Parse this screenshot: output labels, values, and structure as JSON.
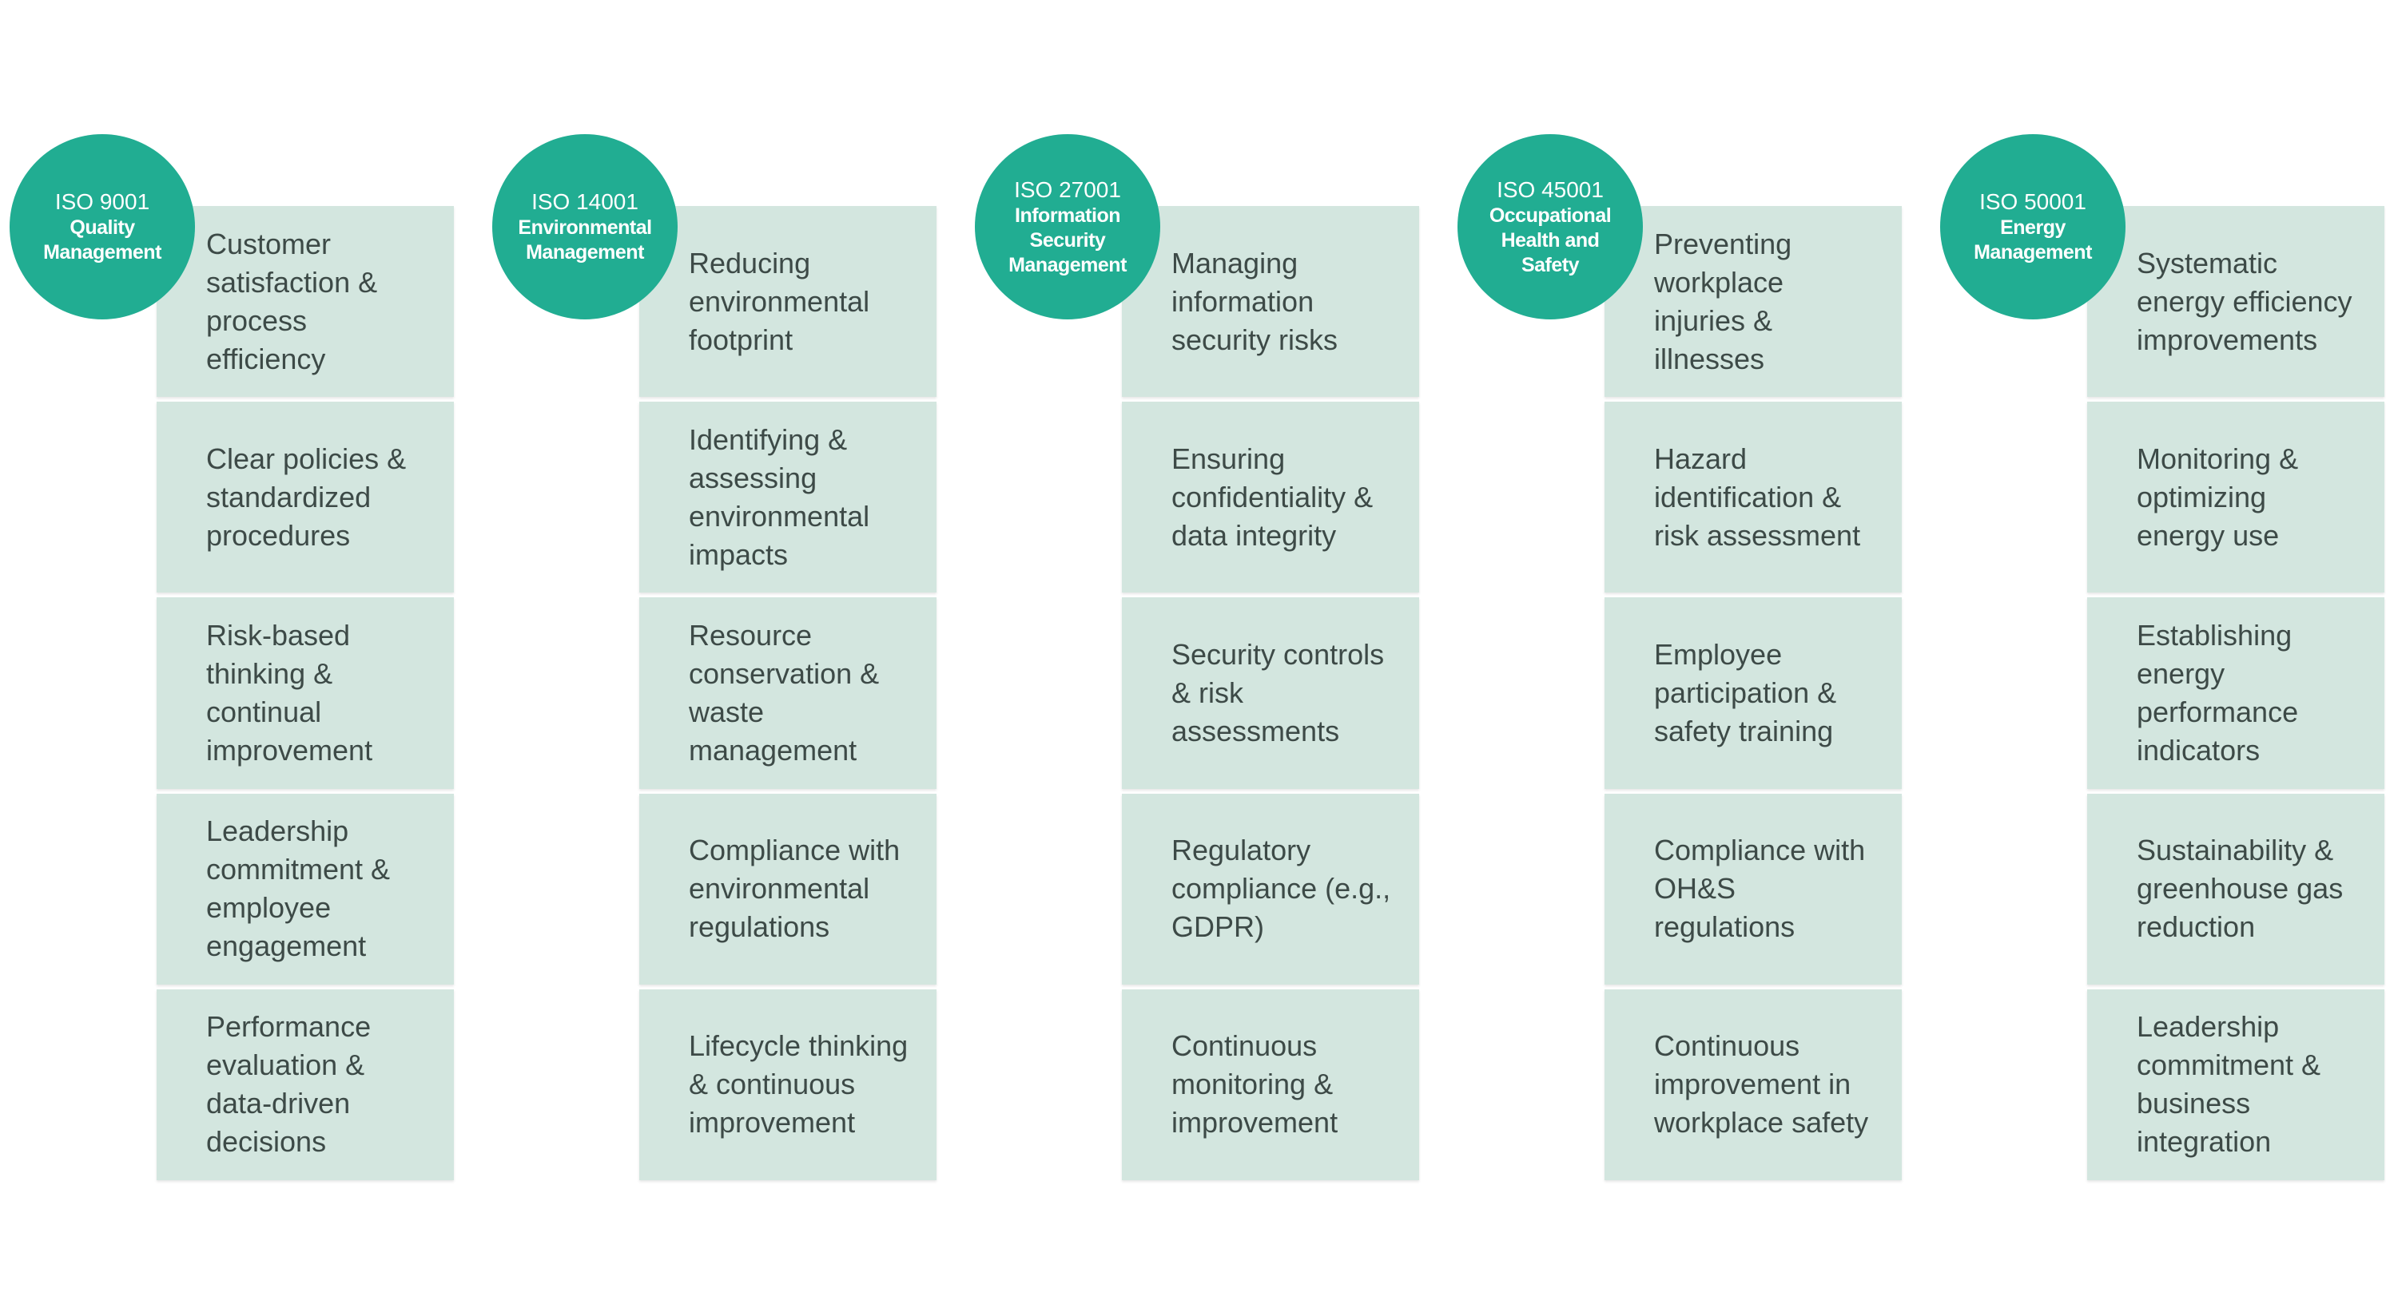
{
  "colors": {
    "badge": "#21ad92",
    "cell": "#d3e6df",
    "text": "#3d4a47"
  },
  "columns": [
    {
      "code": "ISO 9001",
      "subtitle": "Quality\nManagement",
      "items": [
        "Customer satisfaction & process efficiency",
        "Clear policies & standardized procedures",
        "Risk-based thinking & continual improvement",
        "Leadership commitment & employee engagement",
        "Performance evaluation & data-driven decisions"
      ]
    },
    {
      "code": "ISO 14001",
      "subtitle": "Environmental\nManagement",
      "items": [
        "Reducing environmental footprint",
        "Identifying & assessing environmental impacts",
        "Resource conservation & waste management",
        "Compliance with environmental regulations",
        "Lifecycle thinking & continuous improvement"
      ]
    },
    {
      "code": "ISO 27001",
      "subtitle": "Information\nSecurity\nManagement",
      "items": [
        "Managing information security risks",
        "Ensuring confidentiality & data integrity",
        "Security controls & risk assessments",
        "Regulatory compliance (e.g., GDPR)",
        "Continuous monitoring & improvement"
      ]
    },
    {
      "code": "ISO 45001",
      "subtitle": "Occupational\nHealth and\nSafety",
      "items": [
        "Preventing workplace injuries & illnesses",
        "Hazard identification & risk assessment",
        "Employee participation & safety training",
        "Compliance with OH&S regulations",
        "Continuous improvement in workplace safety"
      ]
    },
    {
      "code": "ISO 50001",
      "subtitle": "Energy\nManagement",
      "items": [
        "Systematic energy efficiency improvements",
        "Monitoring & optimizing energy use",
        "Establishing energy performance indicators",
        "Sustainability & greenhouse gas reduction",
        "Leadership commitment & business integration"
      ]
    }
  ]
}
